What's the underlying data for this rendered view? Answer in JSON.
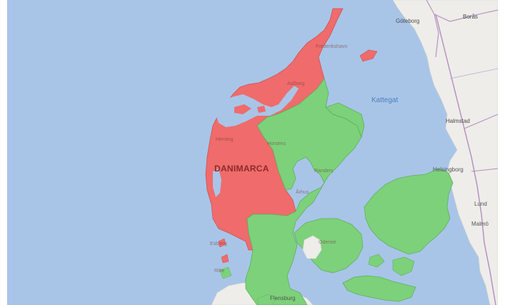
{
  "map": {
    "colors": {
      "sea": "#a8c5e8",
      "land": "#eeede9",
      "region_red": "#f06b6b",
      "region_green": "#7dd17a",
      "road": "#b38cc0",
      "lake": "#eeede9"
    },
    "country_label": "DANIMARCA",
    "sea_labels": [
      "Kattegat"
    ],
    "city_labels": [
      "Göteborg",
      "Borås",
      "Frederikshavn",
      "Halmstad",
      "Helsingborg",
      "Lund",
      "Malmö",
      "Flensburg"
    ],
    "faded_labels": [
      "Aalborg",
      "Randers",
      "Herning",
      "Århus",
      "Horsens",
      "Esbjerg",
      "Ribe",
      "Odense"
    ]
  }
}
